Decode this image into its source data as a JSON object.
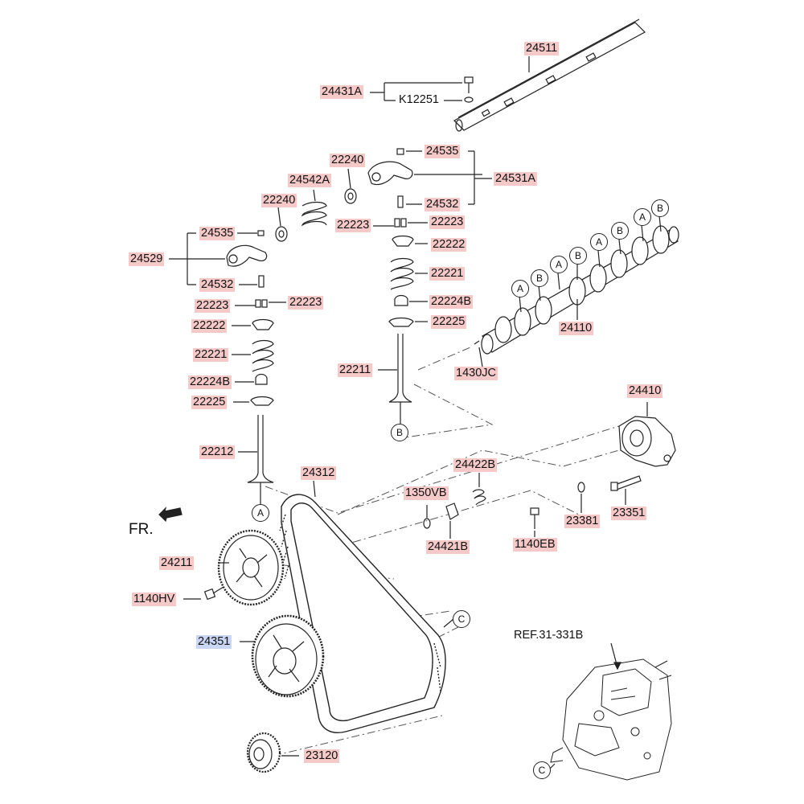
{
  "parts": {
    "p24511": "24511",
    "p24431A": "24431A",
    "pK12251": "K12251",
    "p22240a": "22240",
    "p24535a": "24535",
    "p24531A": "24531A",
    "p24542A": "24542A",
    "p22240b": "22240",
    "p24532a": "24532",
    "p22223a": "22223",
    "p22223b": "22223",
    "p22222a": "22222",
    "p24535b": "24535",
    "p24529": "24529",
    "p22221a": "22221",
    "p24532b": "24532",
    "p22224Ba": "22224B",
    "p22223c": "22223",
    "p22223d": "22223",
    "p22225a": "22225",
    "p22222b": "22222",
    "p24110": "24110",
    "p22221b": "22221",
    "p22211": "22211",
    "p1430JC": "1430JC",
    "p22224Bb": "22224B",
    "p22225b": "22225",
    "p24410": "24410",
    "p22212": "22212",
    "p24312": "24312",
    "p24422B": "24422B",
    "p1350VB": "1350VB",
    "p23381": "23381",
    "p23351": "23351",
    "p24421B": "24421B",
    "p1140EB": "1140EB",
    "p24211": "24211",
    "p1140HV": "1140HV",
    "p24351": "24351",
    "p23120": "23120",
    "ref": "REF.31-331B",
    "front": "FR."
  },
  "markers": {
    "A": "A",
    "B": "B",
    "C": "C"
  }
}
